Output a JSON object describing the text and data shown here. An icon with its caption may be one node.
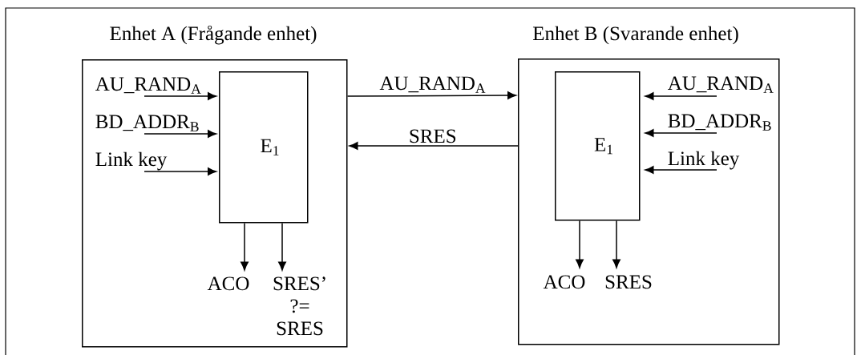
{
  "diagram": {
    "nodes": [
      {
        "text": [
          "Enhet A (Frågande enhet)"
        ]
      },
      {
        "text": [
          "E$_{1}$"
        ],
        "in": 0
      },
      {
        "text": [
          "AU_RAND$_{A}$"
        ],
        "in": 0
      },
      {
        "text": [
          "BD_ADDR$_{B}$"
        ],
        "in": 0
      },
      {
        "text": [
          "Link key"
        ],
        "in": 0
      },
      {
        "text": [
          "ACO"
        ],
        "in": 0
      },
      {
        "text": [
          "SRES’ ?= SRES"
        ],
        "in": 0
      },
      {
        "text": [
          "Enhet B (Svarande enhet)"
        ]
      },
      {
        "text": [
          "E$_{1}$"
        ],
        "in": 7
      },
      {
        "text": [
          "AU_RAND$_{A}$"
        ],
        "in": 7
      },
      {
        "text": [
          "BD_ADDR$_{B}$"
        ],
        "in": 7
      },
      {
        "text": [
          "Link key"
        ],
        "in": 7
      },
      {
        "text": [
          "ACO"
        ],
        "in": 7
      },
      {
        "text": [
          "SRES"
        ],
        "in": 7
      }
    ],
    "edges": [
      {
        "from": 2,
        "to": 1,
        "arrow": "to"
      },
      {
        "from": 3,
        "to": 1,
        "arrow": "to"
      },
      {
        "from": 4,
        "to": 1,
        "arrow": "to"
      },
      {
        "from": 1,
        "to": 5,
        "arrow": "to"
      },
      {
        "from": 1,
        "to": 6,
        "arrow": "to"
      },
      {
        "from": 0,
        "to": 7,
        "arrow": "to",
        "label": "AU_RAND$_{A}$"
      },
      {
        "from": 7,
        "to": 0,
        "arrow": "to",
        "label": "SRES"
      },
      {
        "from": 9,
        "to": 8,
        "arrow": "to"
      },
      {
        "from": 10,
        "to": 8,
        "arrow": "to"
      },
      {
        "from": 11,
        "to": 8,
        "arrow": "to"
      },
      {
        "from": 8,
        "to": 12,
        "arrow": "to"
      },
      {
        "from": 8,
        "to": 13,
        "arrow": "to"
      }
    ]
  }
}
